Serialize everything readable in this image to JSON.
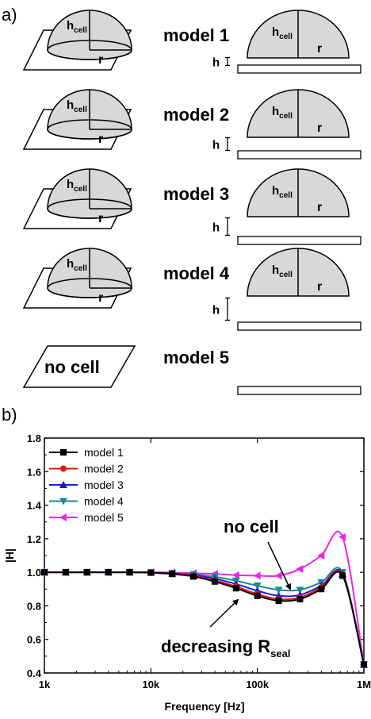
{
  "panel_a": {
    "label": "a)",
    "hcell_symbol": "h",
    "hcell_subscript": "cell",
    "r_symbol": "r",
    "h_symbol": "h",
    "models": [
      {
        "label": "model 1",
        "gap": 1
      },
      {
        "label": "model 2",
        "gap": 2
      },
      {
        "label": "model 3",
        "gap": 3
      },
      {
        "label": "model 4",
        "gap": 4
      },
      {
        "label": "model 5",
        "gap": null
      }
    ],
    "no_cell_text": "no cell"
  },
  "panel_b": {
    "label": "b)",
    "annotation_no_cell": "no cell",
    "annotation_decreasing": "decreasing R",
    "annotation_decreasing_subscript": "seal"
  },
  "chart_data": {
    "type": "line",
    "xlabel": "Frequency [Hz]",
    "ylabel": "|H|",
    "xscale": "log",
    "xlim": [
      1000,
      1000000
    ],
    "ylim": [
      0.4,
      1.8
    ],
    "xtick_values": [
      1000,
      10000,
      100000,
      1000000
    ],
    "xtick_labels": [
      "1k",
      "10k",
      "100k",
      "1M"
    ],
    "ytick_values": [
      0.4,
      0.6,
      0.8,
      1.0,
      1.2,
      1.4,
      1.6,
      1.8
    ],
    "ytick_labels": [
      "0.4",
      "0.6",
      "0.8",
      "1.0",
      "1.2",
      "1.4",
      "1.6",
      "1.8"
    ],
    "legend_position": "top-left",
    "x": [
      1000,
      1585,
      2512,
      3981,
      6310,
      10000,
      15849,
      25119,
      39811,
      63096,
      100000,
      158489,
      251189,
      398107,
      630957,
      1000000
    ],
    "series": [
      {
        "name": "model 1",
        "color": "#000000",
        "marker": "square",
        "values": [
          1.0,
          1.0,
          1.0,
          1.0,
          1.0,
          0.998,
          0.99,
          0.975,
          0.945,
          0.905,
          0.86,
          0.83,
          0.84,
          0.9,
          0.98,
          0.45
        ]
      },
      {
        "name": "model 2",
        "color": "#ee1111",
        "marker": "circle",
        "values": [
          1.0,
          1.0,
          1.0,
          1.0,
          1.0,
          0.998,
          0.991,
          0.978,
          0.952,
          0.915,
          0.87,
          0.84,
          0.85,
          0.91,
          0.985,
          0.45
        ]
      },
      {
        "name": "model 3",
        "color": "#1a1adb",
        "marker": "triangle-up",
        "values": [
          1.0,
          1.0,
          1.0,
          1.0,
          1.0,
          0.999,
          0.993,
          0.983,
          0.962,
          0.93,
          0.89,
          0.86,
          0.865,
          0.92,
          0.99,
          0.45
        ]
      },
      {
        "name": "model 4",
        "color": "#1a8a8a",
        "marker": "triangle-down",
        "values": [
          1.0,
          1.0,
          1.0,
          1.0,
          1.0,
          0.999,
          0.995,
          0.988,
          0.973,
          0.95,
          0.92,
          0.895,
          0.895,
          0.94,
          1.0,
          0.45
        ]
      },
      {
        "name": "model 5",
        "color": "#ee22ee",
        "marker": "triangle-left",
        "values": [
          1.0,
          1.0,
          1.0,
          1.0,
          1.0,
          1.0,
          0.999,
          0.995,
          0.99,
          0.983,
          0.98,
          0.98,
          1.02,
          1.1,
          1.21,
          0.45
        ]
      }
    ]
  }
}
